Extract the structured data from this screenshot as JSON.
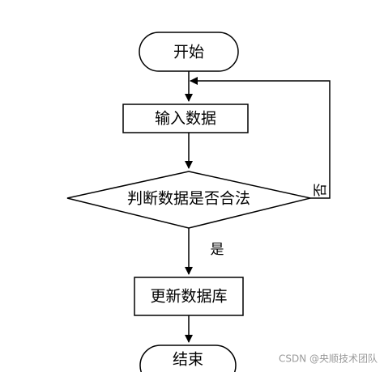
{
  "flowchart": {
    "nodes": {
      "start": {
        "label": "开始",
        "shape": "terminator"
      },
      "input": {
        "label": "输入数据",
        "shape": "process"
      },
      "check": {
        "label": "判断数据是否合法",
        "shape": "decision"
      },
      "update": {
        "label": "更新数据库",
        "shape": "process"
      },
      "end": {
        "label": "结束",
        "shape": "terminator"
      }
    },
    "edges": {
      "yes_label": "是",
      "no_label": "否"
    }
  },
  "watermark": {
    "text": "CSDN @央顺技术团队"
  }
}
